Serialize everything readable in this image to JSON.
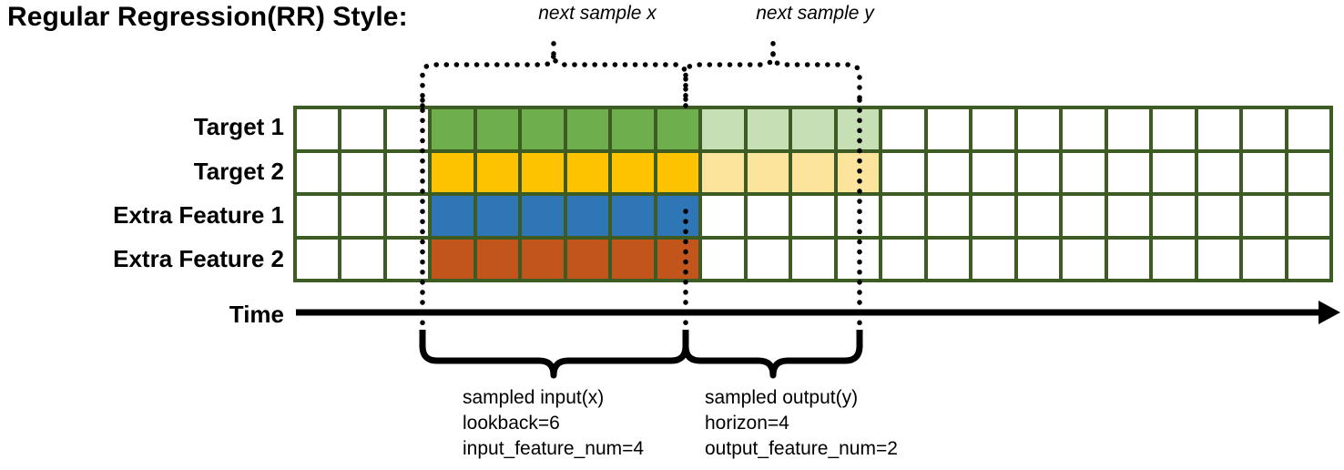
{
  "title": "Regular Regression(RR) Style:",
  "row_labels": [
    "Target 1",
    "Target 2",
    "Extra Feature 1",
    "Extra Feature 2"
  ],
  "axis": {
    "time_label": "Time",
    "arrow_icon": "right-arrow-icon"
  },
  "top_annotations": [
    {
      "label": "next sample x"
    },
    {
      "label": "next sample y"
    }
  ],
  "bottom_annotations": [
    {
      "title": "sampled input(x)",
      "line2": "lookback=6",
      "line3": "input_feature_num=4"
    },
    {
      "title": "sampled output(y)",
      "line2": "horizon=4",
      "line3": "output_feature_num=2"
    }
  ],
  "colors": {
    "grid_border": "#3d5c23",
    "target1": "#6fae4d",
    "target1_light": "#c6dfb4",
    "target2": "#fdc300",
    "target2_light": "#fde49c",
    "extra_feature1": "#2f76b7",
    "extra_feature2": "#c2551b",
    "empty": "#ffffff",
    "ink": "#000000"
  },
  "grid": {
    "columns": 23,
    "rows": 4,
    "lookback_start_col": 3,
    "lookback_len": 6,
    "horizon_start_col": 9,
    "horizon_len": 4,
    "row_fill": [
      [
        "empty",
        "empty",
        "empty",
        "c-green",
        "c-green",
        "c-green",
        "c-green",
        "c-green",
        "c-green",
        "c-green-lt",
        "c-green-lt",
        "c-green-lt",
        "c-green-lt",
        "empty",
        "empty",
        "empty",
        "empty",
        "empty",
        "empty",
        "empty",
        "empty",
        "empty",
        "empty"
      ],
      [
        "empty",
        "empty",
        "empty",
        "c-yellow",
        "c-yellow",
        "c-yellow",
        "c-yellow",
        "c-yellow",
        "c-yellow",
        "c-yellow-lt",
        "c-yellow-lt",
        "c-yellow-lt",
        "c-yellow-lt",
        "empty",
        "empty",
        "empty",
        "empty",
        "empty",
        "empty",
        "empty",
        "empty",
        "empty",
        "empty"
      ],
      [
        "empty",
        "empty",
        "empty",
        "c-blue",
        "c-blue",
        "c-blue",
        "c-blue",
        "c-blue",
        "c-blue",
        "empty",
        "empty",
        "empty",
        "empty",
        "empty",
        "empty",
        "empty",
        "empty",
        "empty",
        "empty",
        "empty",
        "empty",
        "empty",
        "empty"
      ],
      [
        "empty",
        "empty",
        "empty",
        "c-orange",
        "c-orange",
        "c-orange",
        "c-orange",
        "c-orange",
        "c-orange",
        "empty",
        "empty",
        "empty",
        "empty",
        "empty",
        "empty",
        "empty",
        "empty",
        "empty",
        "empty",
        "empty",
        "empty",
        "empty",
        "empty"
      ]
    ]
  }
}
